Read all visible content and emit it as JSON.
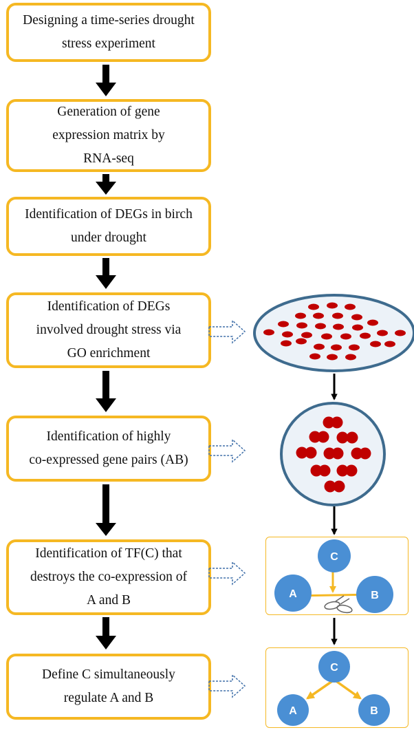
{
  "steps": [
    {
      "text": "Designing a time-series drought\nstress experiment"
    },
    {
      "text": "Generation of gene\nexpression matrix by\nRNA-seq"
    },
    {
      "text": "Identification of DEGs in birch\nunder drought"
    },
    {
      "text": "Identification of DEGs\ninvolved drought stress via\nGO enrichment"
    },
    {
      "text": "Identification of highly\nco-expressed gene pairs (AB)"
    },
    {
      "text": "Identification of TF(C) that\ndestroys the co-expression of\nA and B"
    },
    {
      "text": "Define C simultaneously\nregulate A and B"
    }
  ],
  "network_nodes": {
    "a": "A",
    "b": "B",
    "c": "C"
  },
  "colors": {
    "box_border": "#F5B823",
    "main_arrow": "#000000",
    "dashed_arrow": "#3F6FA8",
    "gene_dot": "#C00000",
    "cluster_border": "#3E6B8E",
    "cluster_fill": "#ECF2F8",
    "node_fill": "#4A8FD4",
    "regulation_arrow": "#F5B823"
  },
  "icons": [
    "scissors-icon"
  ]
}
